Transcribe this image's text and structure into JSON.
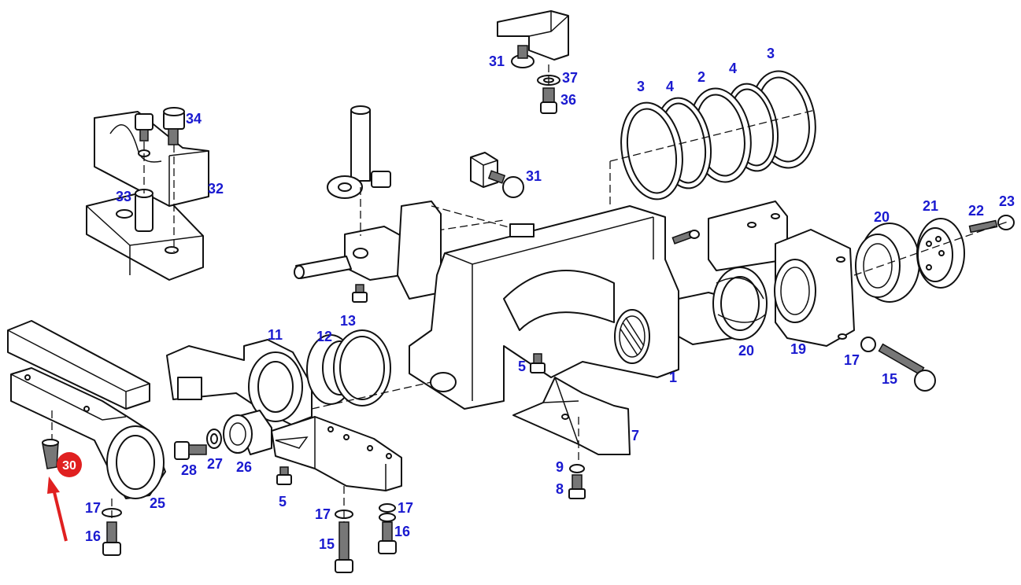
{
  "labels": {
    "l1": "1",
    "l2": "2",
    "l3a": "3",
    "l3b": "3",
    "l4a": "4",
    "l4b": "4",
    "l5a": "5",
    "l5b": "5",
    "l7": "7",
    "l8": "8",
    "l9": "9",
    "l11": "11",
    "l12": "12",
    "l13": "13",
    "l15a": "15",
    "l15b": "15",
    "l16a": "16",
    "l16b": "16",
    "l17a": "17",
    "l17b": "17",
    "l17c": "17",
    "l17d": "17",
    "l19": "19",
    "l20a": "20",
    "l20b": "20",
    "l21": "21",
    "l22": "22",
    "l23": "23",
    "l25": "25",
    "l26": "26",
    "l27": "27",
    "l28": "28",
    "l31a": "31",
    "l31b": "31",
    "l32": "32",
    "l33": "33",
    "l34": "34",
    "l36": "36",
    "l37": "37"
  },
  "highlight": {
    "label": "30",
    "badge_color": "#e02020",
    "arrow_color": "#e02020"
  },
  "colors": {
    "label_color": "#1a1ad0",
    "line_color": "#111111"
  }
}
